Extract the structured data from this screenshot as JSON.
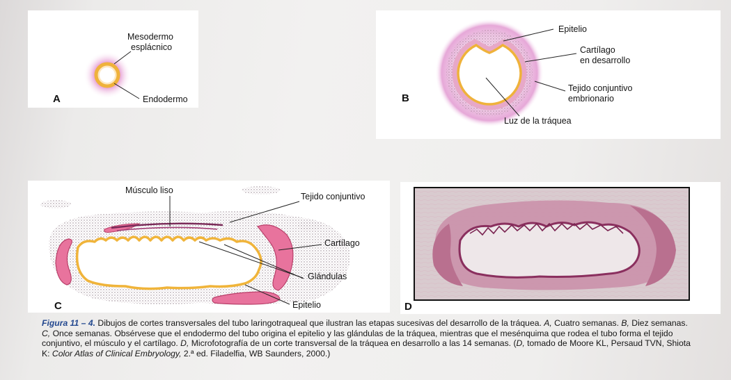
{
  "panelA": {
    "letter": "A",
    "label_mesodermo_1": "Mesodermo",
    "label_mesodermo_2": "esplácnico",
    "label_endodermo": "Endodermo"
  },
  "panelB": {
    "letter": "B",
    "label_epitelio": "Epitelio",
    "label_cartilago_1": "Cartílago",
    "label_cartilago_2": "en desarrollo",
    "label_tejido_1": "Tejido conjuntivo",
    "label_tejido_2": "embrionario",
    "label_luz": "Luz de la tráquea"
  },
  "panelC": {
    "letter": "C",
    "label_musculo": "Músculo liso",
    "label_tejido": "Tejido conjuntivo",
    "label_cartilago": "Cartílago",
    "label_glandulas": "Glándulas",
    "label_epitelio": "Epitelio"
  },
  "panelD": {
    "letter": "D"
  },
  "caption": {
    "figure": "Figura 11 – 4.",
    "line1": " Dibujos de cortes transversales del tubo laringotraqueal que ilustran las etapas sucesivas del desarrollo de la tráquea. ",
    "a": "A,",
    "line1b": " Cuatro semanas. ",
    "b": "B,",
    "line2": " Diez semanas. ",
    "c": "C,",
    "line2b": " Once semanas. Obsérvese que el endodermo del tubo origina el epitelio y las glándulas de la tráquea, mientras que el mesénquima que rodea el tubo forma el tejido conjuntivo, el músculo y el cartílago. ",
    "d": "D,",
    "line3": " Microfotografía de un corte transversal de la tráquea en desarrollo a las 14 semanas. (",
    "d2": "D,",
    "line4": " tomado de Moore KL, Persaud TVN, Shiota K: ",
    "book": "Color Atlas of Clinical Embryology,",
    "line5": " 2.ª ed. Filadelfia, WB Saunders, 2000.)"
  },
  "colors": {
    "epithelium": "#f0b43a",
    "cartilage": "#e9709a",
    "mesoderm_glow": "#e7a4d8",
    "caption_figure": "#23488f"
  }
}
